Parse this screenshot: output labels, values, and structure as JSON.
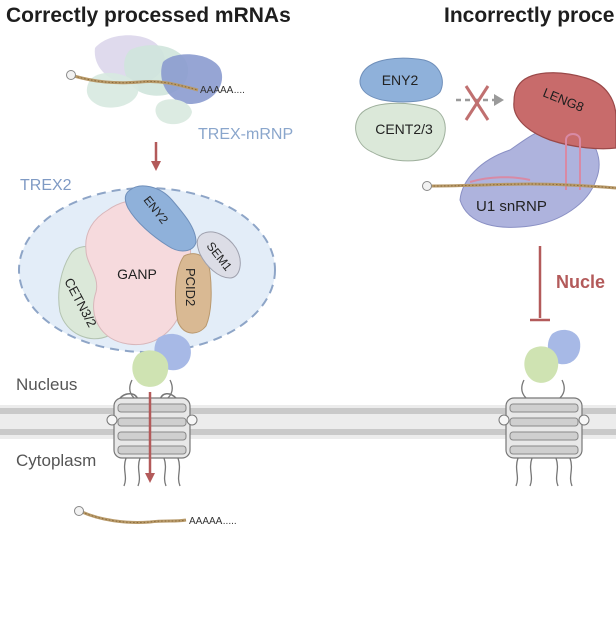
{
  "left_panel": {
    "title": "Correctly processed mRNAs",
    "trex_mrnp_label": "TREX-mRNP",
    "trex2_label": "TREX2",
    "polya_label": "AAAAA",
    "polya_cyto_label": "AAAAA",
    "proteins": {
      "eny2": "ENY2",
      "sem1": "SEM1",
      "ganp": "GANP",
      "pcid2": "PCID2",
      "cetn": "CETN3/2"
    },
    "nucleus_label": "Nucleus",
    "cytoplasm_label": "Cytoplasm"
  },
  "right_panel": {
    "title": "Incorrectly proce",
    "eny2_label": "ENY2",
    "cent_label": "CENT2/3",
    "leng8_label": "LENG8",
    "u1_label": "U1 snRNP",
    "nuclear_label": "Nucle"
  },
  "colors": {
    "trex_mrnp_text": "#8aa6cc",
    "trex2_text": "#7f9ac4",
    "eny2_fill": "#8fb1da",
    "cent_fill": "#dbe8d9",
    "ganp_fill": "#f6dadd",
    "pcid2_fill": "#d9b993",
    "sem1_fill": "#dcdde6",
    "leng8_fill": "#c86b6b",
    "u1_fill": "#aeb3dd",
    "arrow_red": "#b35a5a",
    "membrane": "#c8c8c8"
  },
  "icons": [
    "mrna-strand",
    "nuclear-pore",
    "cross-mark",
    "inhibition-bar"
  ]
}
